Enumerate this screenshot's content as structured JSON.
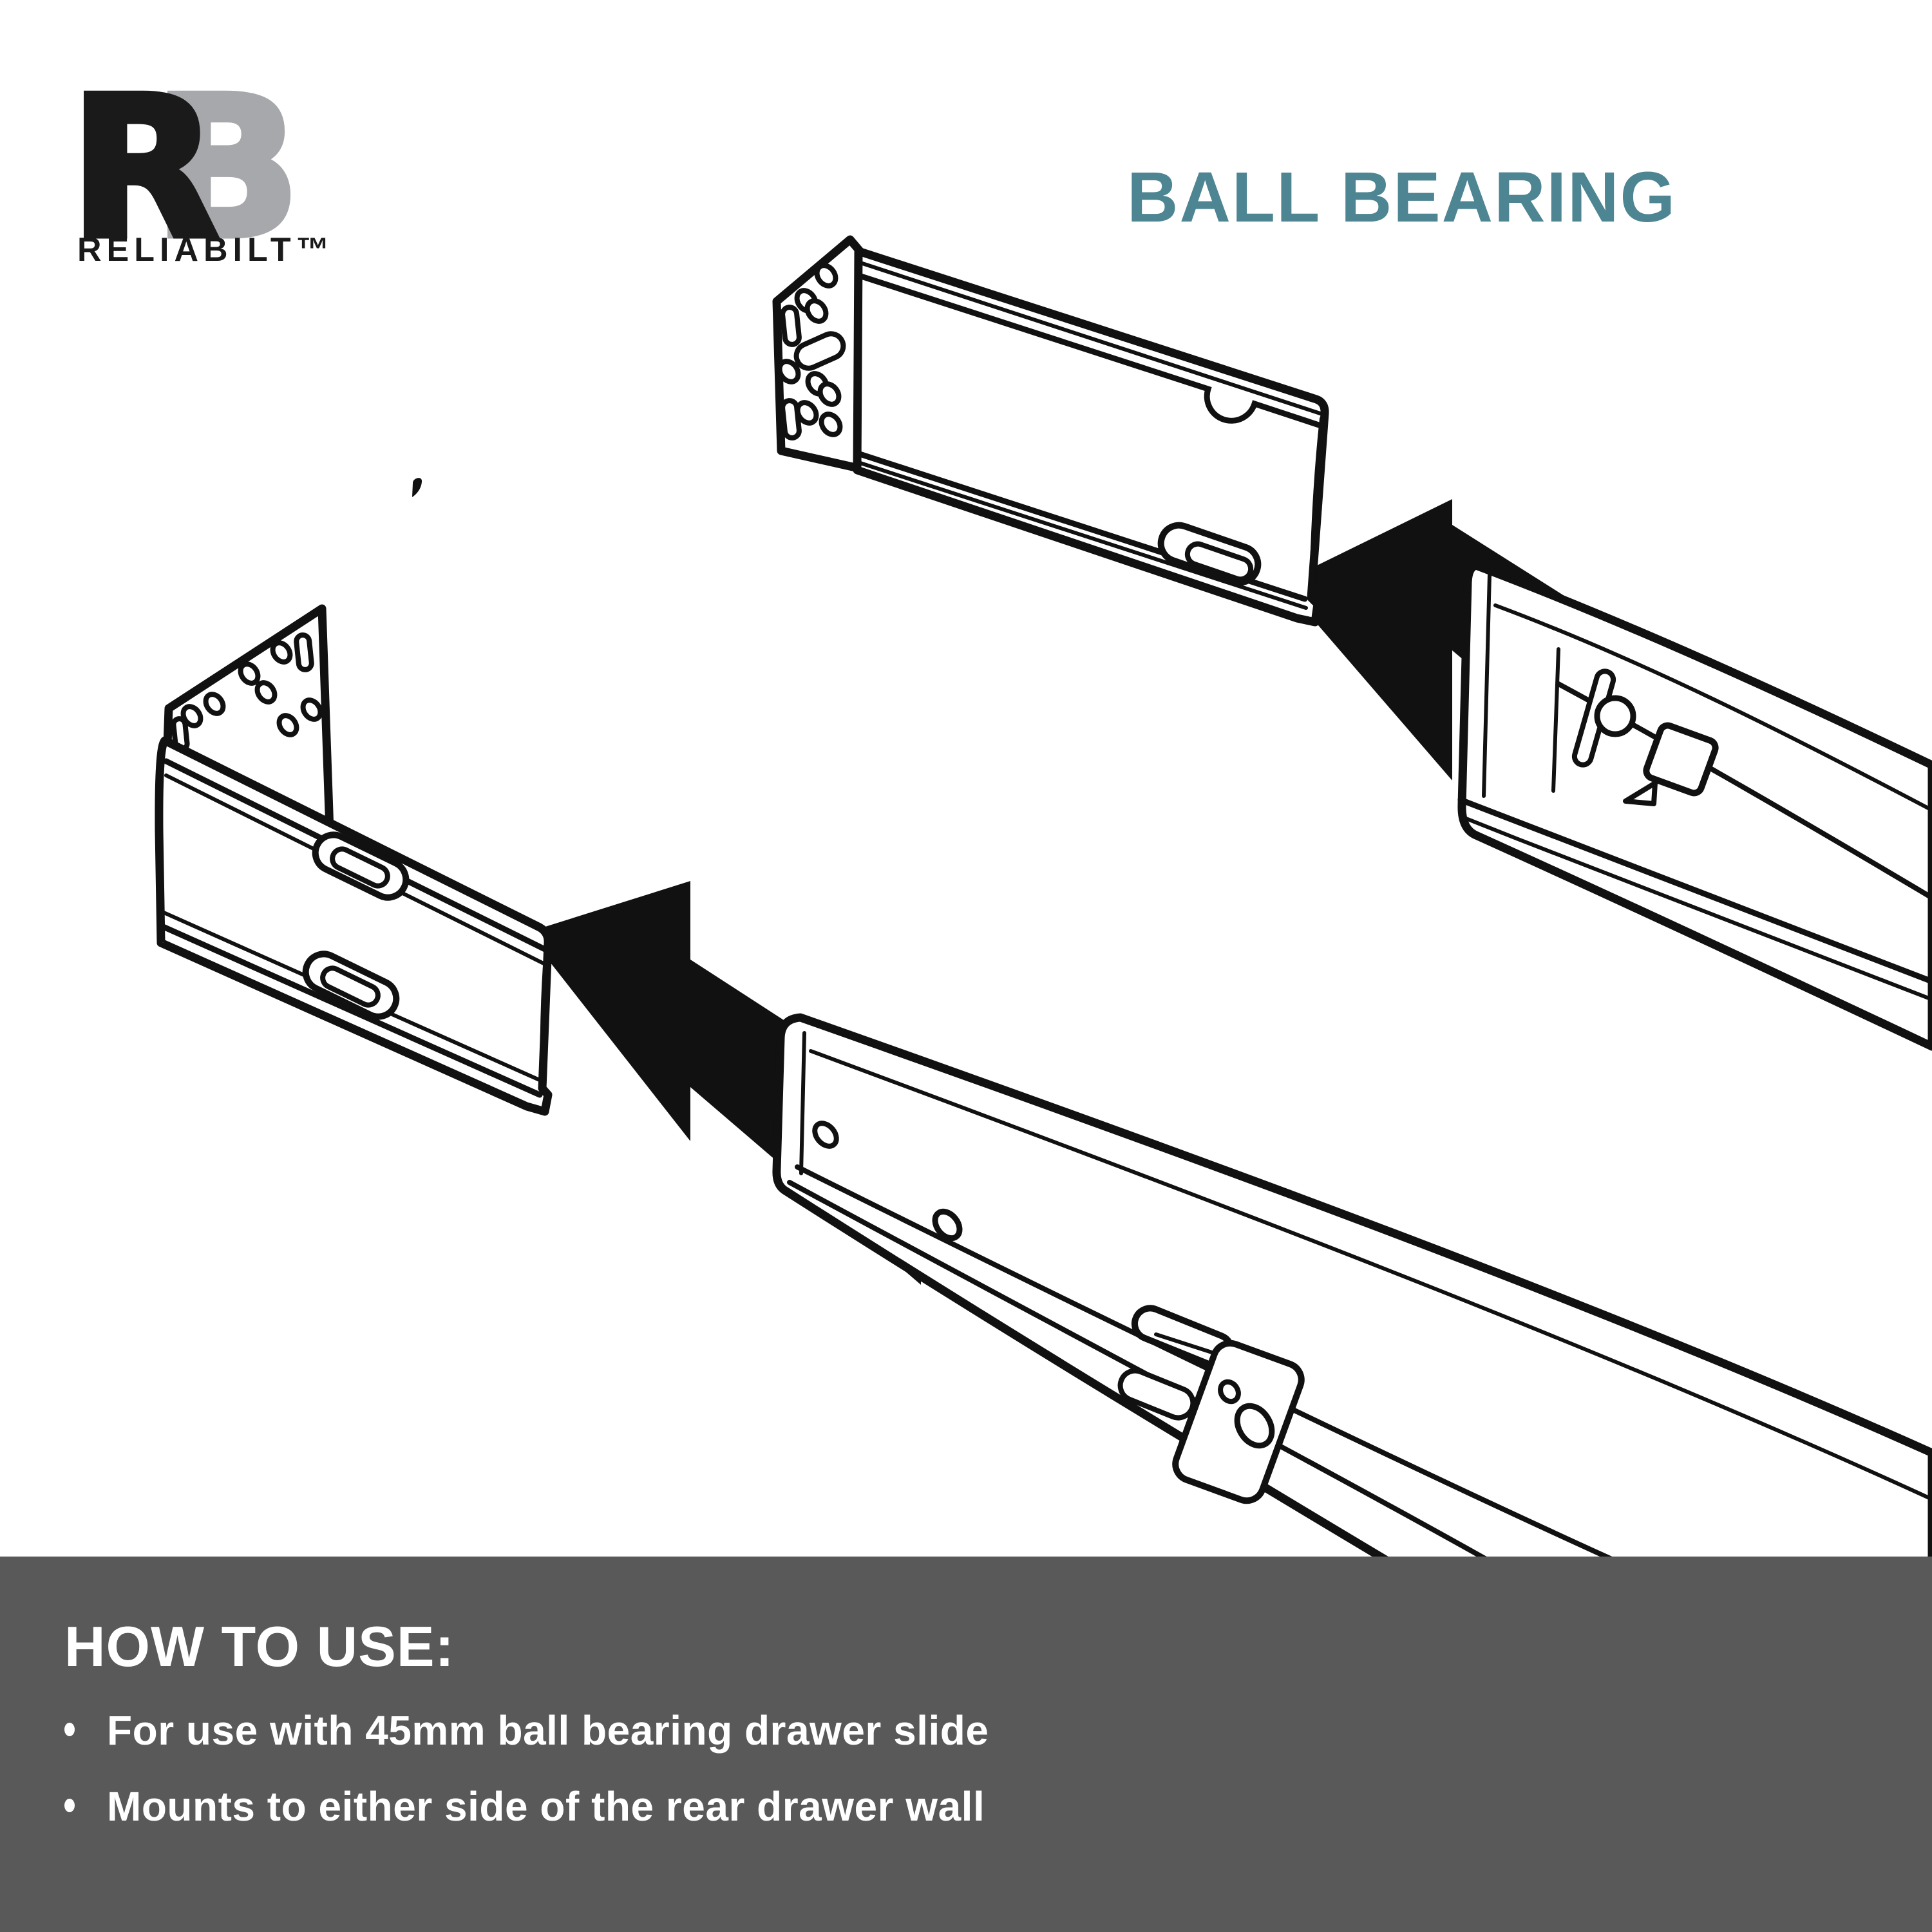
{
  "brand": {
    "logo_letter_r": "R",
    "logo_letter_b": "B",
    "wordmark": "RELIABILT™"
  },
  "product_heading": "BALL BEARING",
  "diagram": {
    "parts": {
      "bracket_top": "rear mounting bracket",
      "bracket_left": "rear mounting bracket",
      "slide_right": "ball bearing drawer slide",
      "slide_bottom": "ball bearing drawer slide",
      "arrow_top": "insert direction arrow",
      "arrow_bottom": "insert direction arrow"
    }
  },
  "how_to_use": {
    "title": "HOW TO USE:",
    "bullets": [
      "For use with 45mm ball bearing drawer slide",
      "Mounts to either side of the rear drawer wall"
    ]
  },
  "theme": {
    "accent_teal": "#4d8592",
    "bar_gray": "#595959",
    "logo_gray": "#a6a8ab",
    "line_black": "#111111",
    "text_white": "#ffffff"
  }
}
